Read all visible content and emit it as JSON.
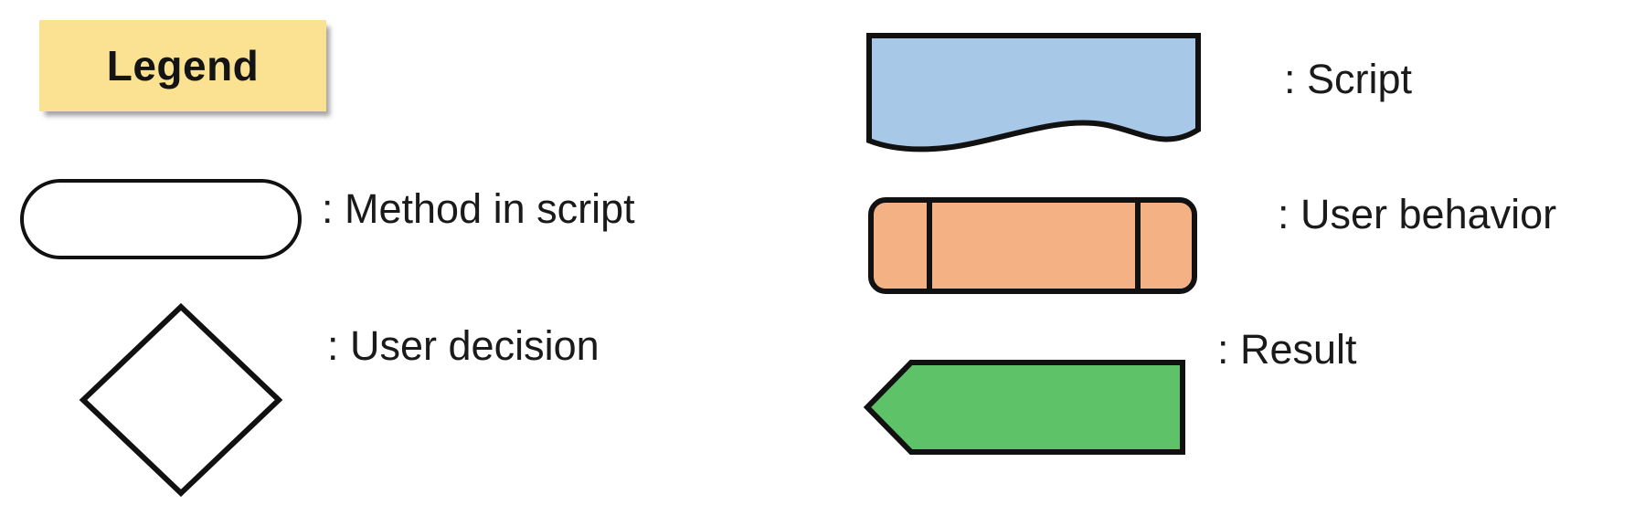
{
  "title": {
    "text": "Legend",
    "background_color": "#FBE192",
    "text_color": "#141414"
  },
  "legend_items": [
    {
      "id": "method-in-script",
      "shape": "stadium",
      "icon_name": "stadium-shape-icon",
      "label": ": Method in script",
      "fill_color": "#FFFFFF",
      "stroke_color": "#111111"
    },
    {
      "id": "user-decision",
      "shape": "diamond",
      "icon_name": "diamond-shape-icon",
      "label": ": User decision",
      "fill_color": "#FFFFFF",
      "stroke_color": "#111111"
    },
    {
      "id": "script",
      "shape": "document-wave",
      "icon_name": "document-shape-icon",
      "label": ": Script",
      "fill_color": "#A7C8E7",
      "stroke_color": "#111111"
    },
    {
      "id": "user-behavior",
      "shape": "predefined-process",
      "icon_name": "predefined-process-shape-icon",
      "label": ": User behavior",
      "fill_color": "#F4B183",
      "stroke_color": "#111111"
    },
    {
      "id": "result",
      "shape": "left-arrow-pentagon",
      "icon_name": "left-arrow-shape-icon",
      "label": ": Result",
      "fill_color": "#5EC269",
      "stroke_color": "#111111"
    }
  ]
}
